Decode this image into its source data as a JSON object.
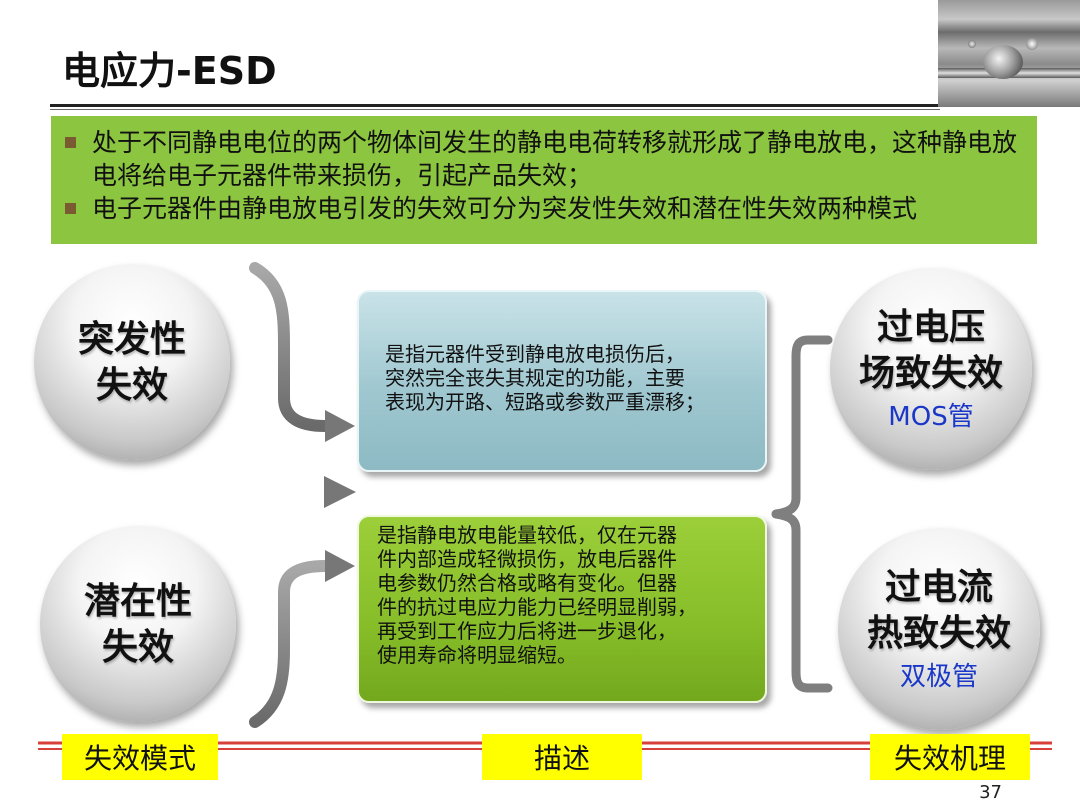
{
  "title": "电应力-ESD",
  "intro": {
    "bullets": [
      "处于不同静电电位的两个物体间发生的静电电荷转移就形成了静电放电，这种静电放电将给电子元器件带来损伤，引起产品失效；",
      "电子元器件由静电放电引发的失效可分为突发性失效和潜在性失效两种模式"
    ],
    "colors": {
      "background": "#8cc53f",
      "bullet": "#7a5a30"
    }
  },
  "failure_modes": [
    {
      "line1": "突发性",
      "line2": "失效"
    },
    {
      "line1": "潜在性",
      "line2": "失效"
    }
  ],
  "descriptions": {
    "sudden": [
      "是指元器件受到静电放电损伤后，",
      "突然完全丧失其规定的功能，主要",
      "表现为开路、短路或参数严重漂移；"
    ],
    "latent": [
      "是指静电放电能量较低，仅在元器",
      "件内部造成轻微损伤，放电后器件",
      "电参数仍然合格或略有变化。但器",
      "件的抗过电应力能力已经明显削弱，",
      "再受到工作应力后将进一步退化，",
      "使用寿命将明显缩短。"
    ]
  },
  "mechanisms": [
    {
      "line1": "过电压",
      "line2": "场致失效",
      "device": "MOS管"
    },
    {
      "line1": "过电流",
      "line2": "热致失效",
      "device": "双极管"
    }
  ],
  "footer_labels": {
    "mode": "失效模式",
    "description": "描述",
    "mechanism": "失效机理"
  },
  "page_number": "37",
  "colors": {
    "accent_red": "#d8403a",
    "label_bg": "#ffff00",
    "device_text": "#1a37c8",
    "arrow": "#7f7f7f"
  }
}
